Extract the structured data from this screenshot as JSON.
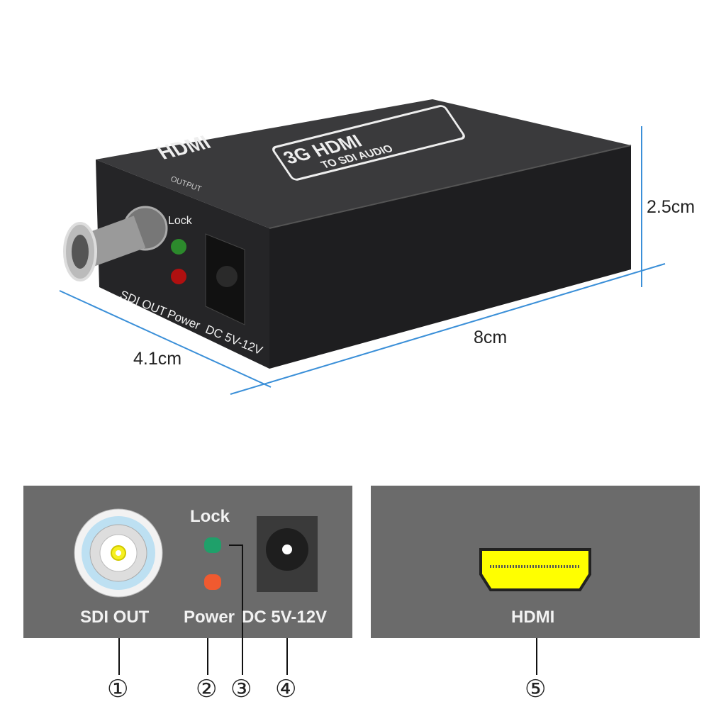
{
  "device": {
    "brand_logo": "HDMI",
    "model_label_line1": "3G HDMI",
    "model_label_line2": "TO SDI AUDIO",
    "output_label": "OUTPUT",
    "front_labels": {
      "lock": "Lock",
      "sdi_out": "SDI OUT",
      "power": "Power",
      "dc": "DC 5V-12V"
    }
  },
  "dimensions": {
    "height": "2.5cm",
    "length": "8cm",
    "width": "4.1cm"
  },
  "colors": {
    "dimension_line": "#3a8fd8",
    "panel": "#6b6b6b",
    "hdmi_port": "#ffff00",
    "lock_led": "#1fa06a",
    "power_led": "#f05a30"
  },
  "output_panel": {
    "lock": "Lock",
    "sdi_out": "SDI OUT",
    "power": "Power",
    "dc": "DC 5V-12V"
  },
  "input_panel": {
    "hdmi": "HDMI"
  },
  "callouts": [
    "①",
    "②",
    "③",
    "④",
    "⑤"
  ]
}
